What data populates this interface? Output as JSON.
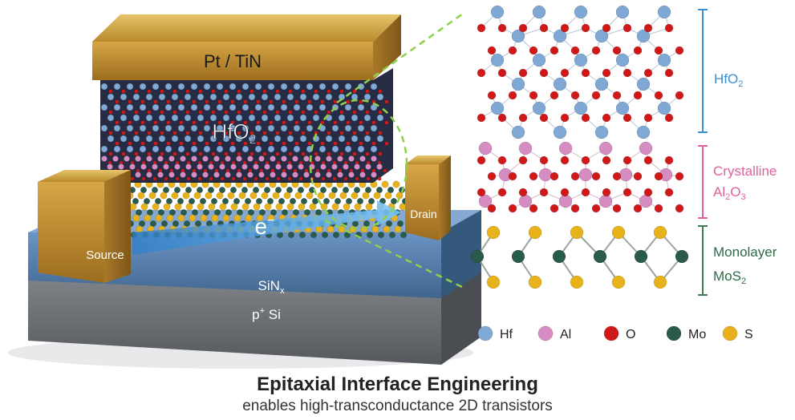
{
  "device": {
    "gate_label": "Pt / TiN",
    "oxide_label_main": "HfO",
    "oxide_label_sub": "2",
    "electron_label": "e",
    "electron_sup": "−",
    "source_label": "Source",
    "drain_label": "Drain",
    "substrate_top_main": "SiN",
    "substrate_top_sub": "x",
    "substrate_bottom_main": "p",
    "substrate_bottom_sup": "+",
    "substrate_bottom_rest": " Si"
  },
  "layers": {
    "hfo2_main": "HfO",
    "hfo2_sub": "2",
    "al2o3_line1": "Crystalline",
    "al2o3_a": "Al",
    "al2o3_b": "2",
    "al2o3_c": "O",
    "al2o3_d": "3",
    "mos2_line1": "Monolayer",
    "mos2_main": "MoS",
    "mos2_sub": "2"
  },
  "legend": [
    {
      "label": "Hf",
      "color": "#7fa8d4"
    },
    {
      "label": "Al",
      "color": "#d58cc0"
    },
    {
      "label": "O",
      "color": "#d01818"
    },
    {
      "label": "Mo",
      "color": "#2a5a4c"
    },
    {
      "label": "S",
      "color": "#e8b21a"
    }
  ],
  "colors": {
    "hfo2_bracket": "#3a8fd0",
    "al2o3_bracket": "#e0609a",
    "mos2_bracket": "#3a7a55",
    "gold": "#c89a3a",
    "channel_arrow": "#4aa6e8"
  },
  "caption": {
    "title": "Epitaxial Interface Engineering",
    "subtitle": "enables high-transconductance 2D transistors"
  }
}
